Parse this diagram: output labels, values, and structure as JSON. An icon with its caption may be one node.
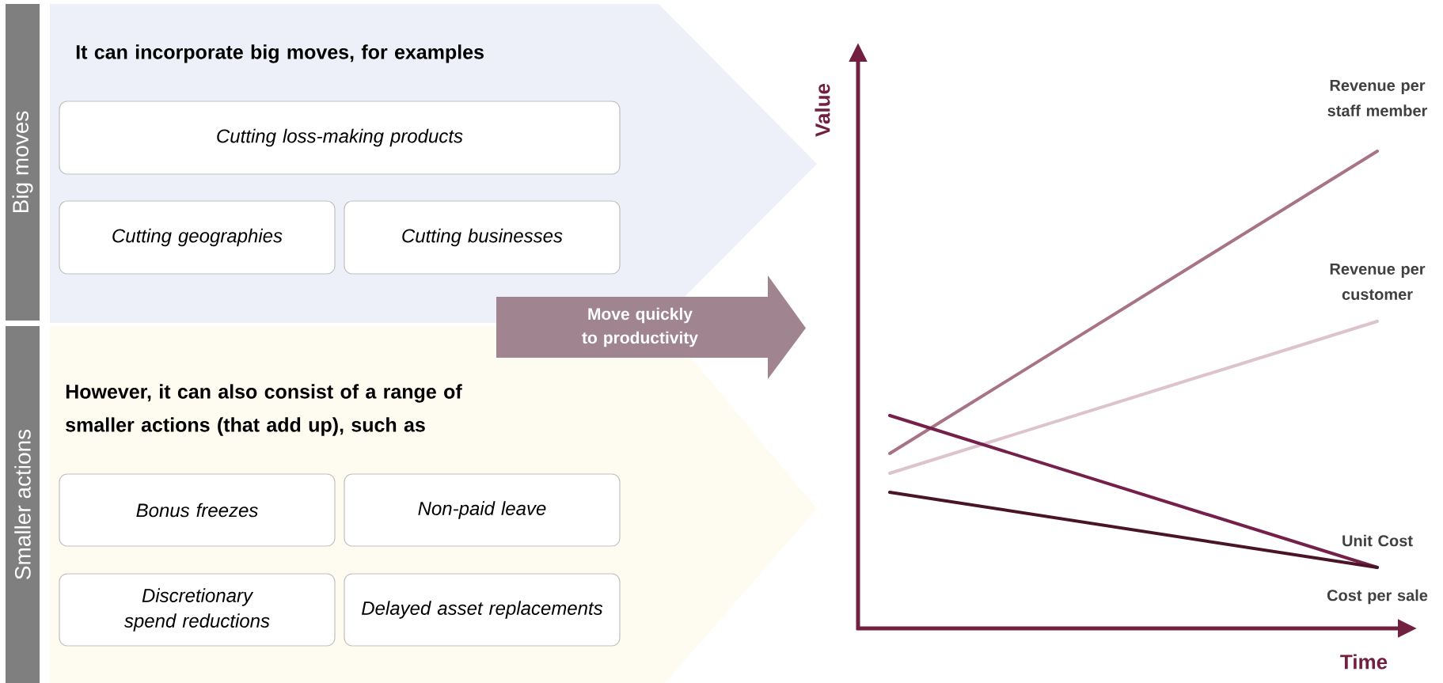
{
  "diagram": {
    "nodes": [
      {
        "text": [
          "Big moves"
        ]
      },
      {
        "text": [
          "It can incorporate big moves, for examples"
        ]
      },
      {
        "text": [
          "Cutting loss-making products"
        ],
        "in": 1
      },
      {
        "text": [
          "Cutting geographies"
        ],
        "in": 1
      },
      {
        "text": [
          "Cutting businesses"
        ],
        "in": 1
      },
      {
        "text": [
          "Smaller actions"
        ]
      },
      {
        "text": [
          "However, it can also consist of a range of smaller actions (that add up), such as"
        ]
      },
      {
        "text": [
          "Bonus freezes"
        ],
        "in": 6
      },
      {
        "text": [
          "Non-paid leave"
        ],
        "in": 6
      },
      {
        "text": [
          "Discretionary spend reductions"
        ],
        "in": 6
      },
      {
        "text": [
          "Delayed asset replacements"
        ],
        "in": 6
      },
      {
        "text": [
          "Move quickly to productivity"
        ]
      }
    ],
    "labels": [
      "Value",
      "Revenue per staff member",
      "Revenue per customer",
      "Unit Cost",
      "Cost per sale",
      "Time"
    ]
  }
}
